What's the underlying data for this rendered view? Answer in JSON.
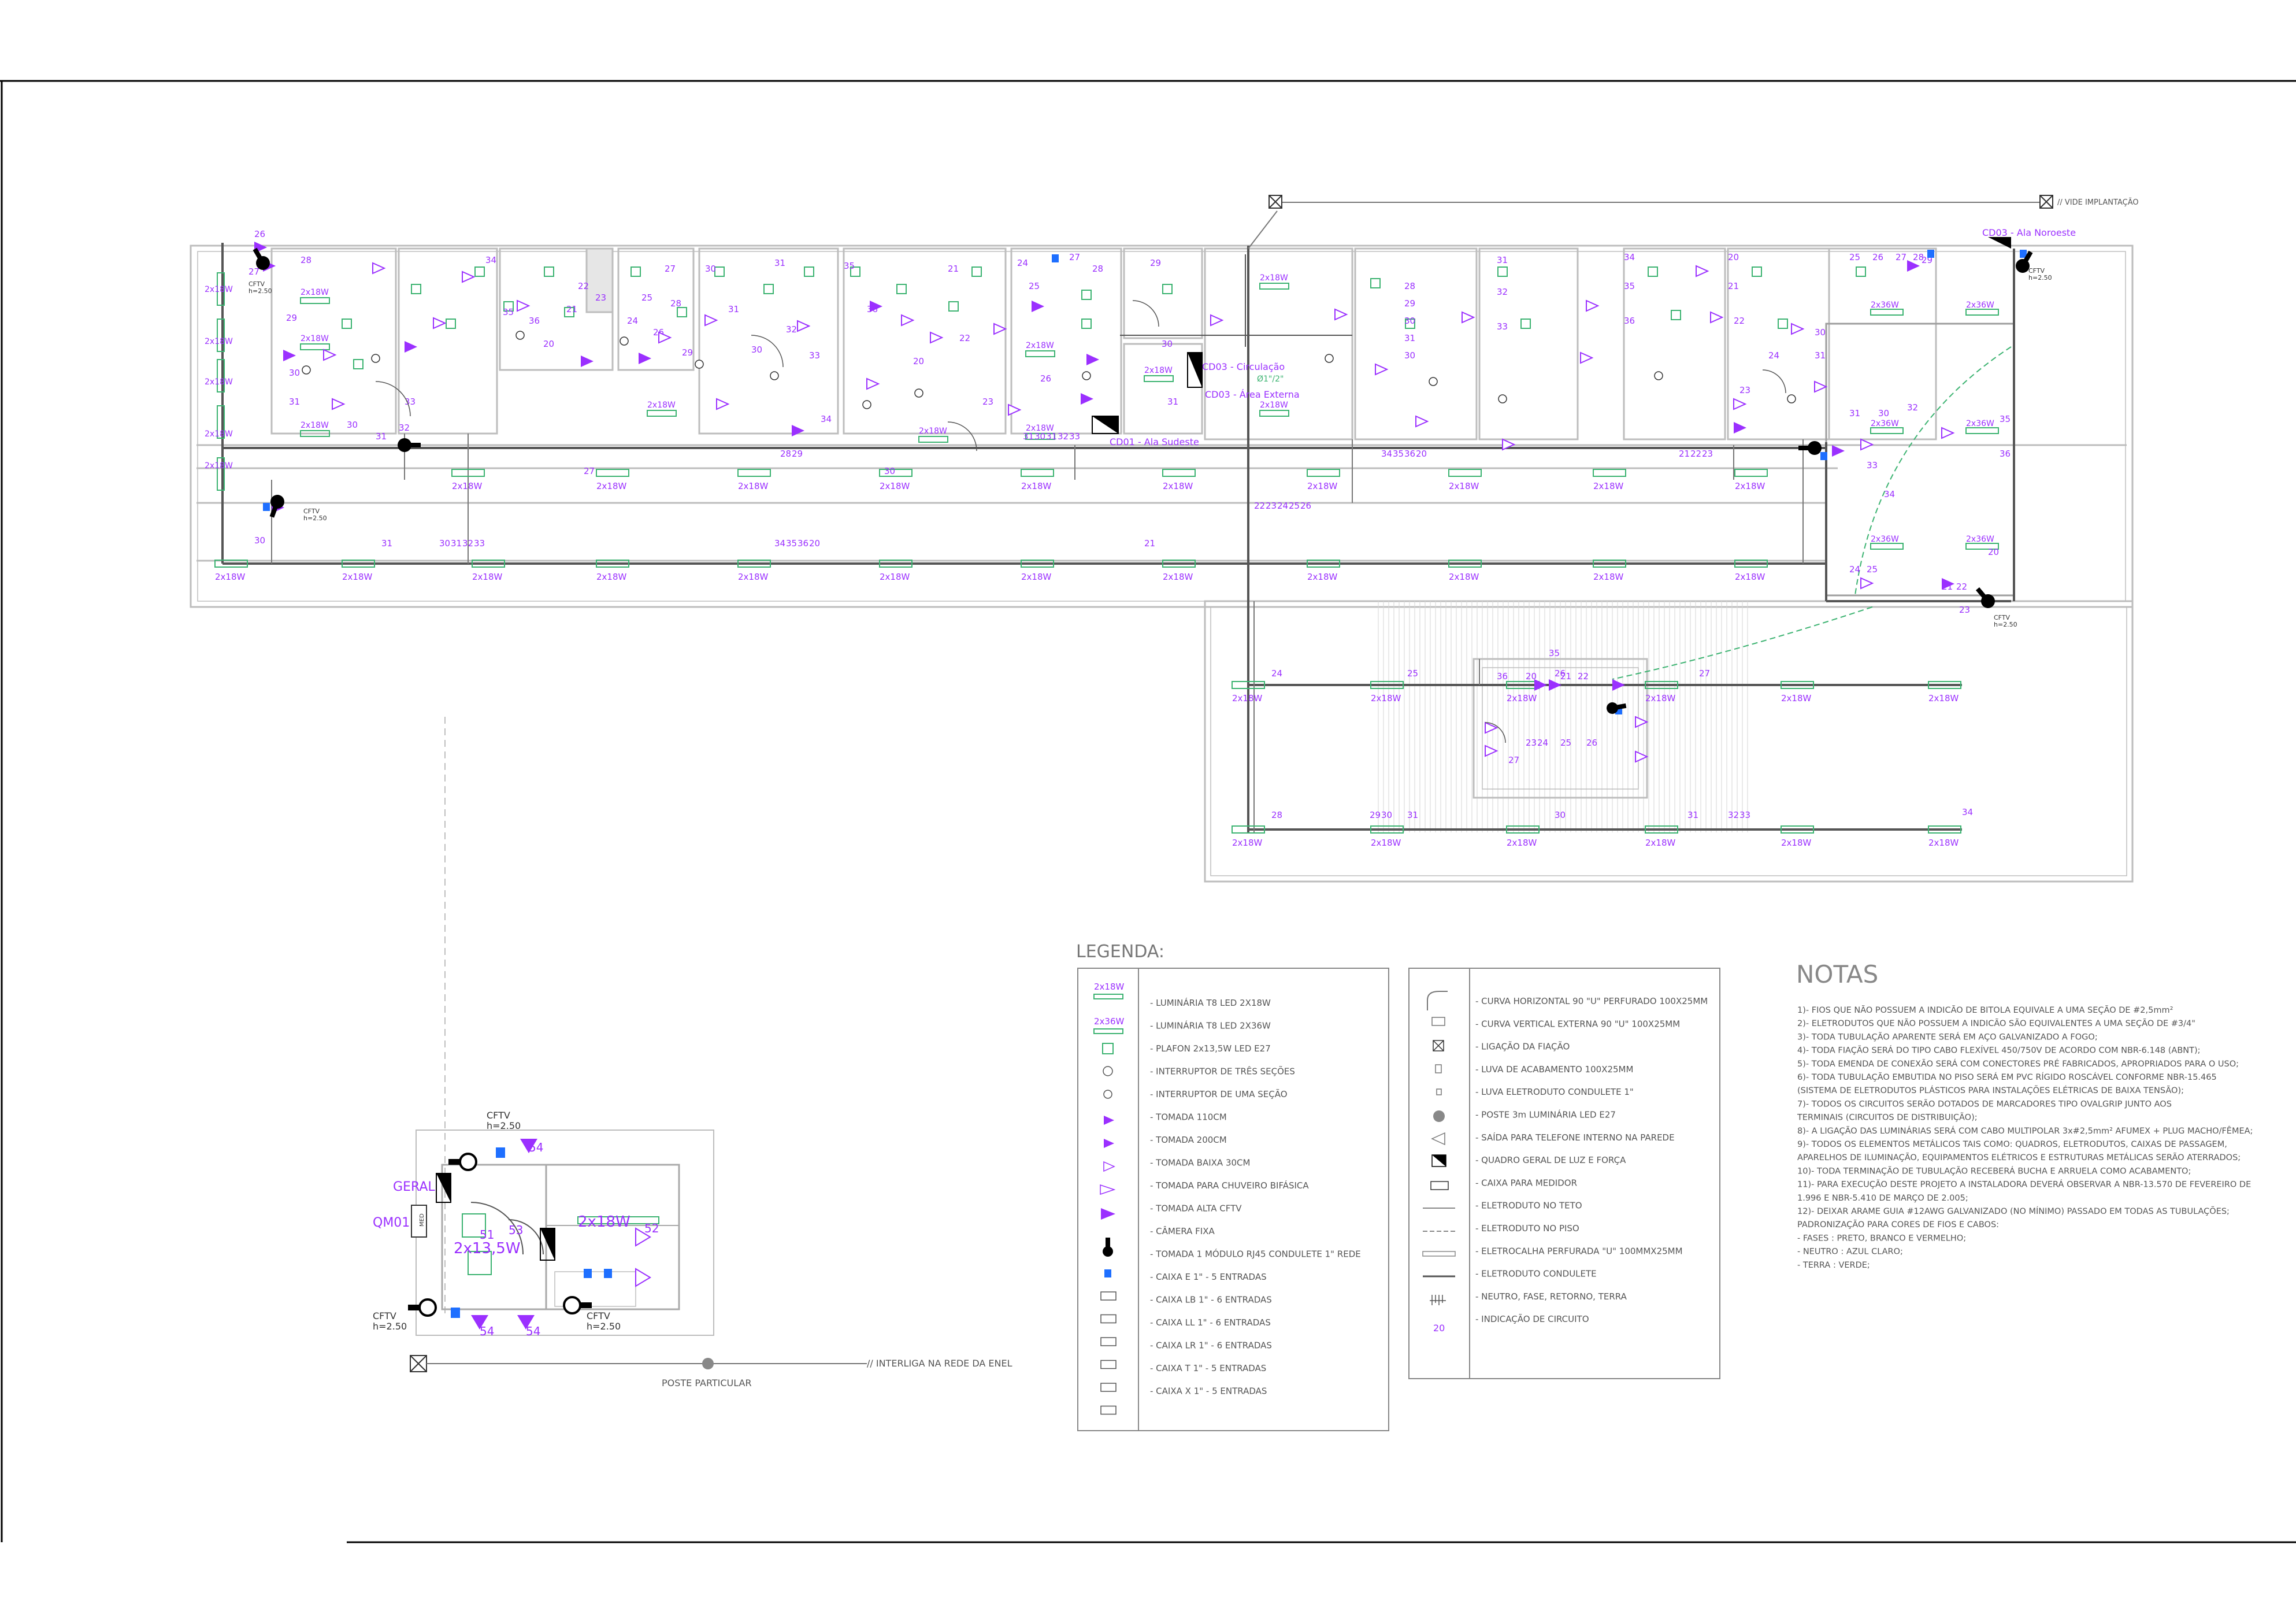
{
  "colors": {
    "wall": "#bdbdbd",
    "circuit": "#8a2be2",
    "label": "#9b30ff",
    "light": "#3cb371",
    "camera": "#000000",
    "rj45": "#1e6fff",
    "text": "#555555",
    "frame": "#000000"
  },
  "plan": {
    "top_note": "// VIDE IMPLANTAÇÃO",
    "zones": [
      {
        "label": "CD03 - Ala Noroeste"
      },
      {
        "label": "CD03 - Circulação"
      },
      {
        "label": "CD03 - Área Externa"
      },
      {
        "label": "CD01 - Ala Sudeste"
      }
    ],
    "quadro": "Ø1\"/2\"",
    "luminaire_2x18": "2x18W",
    "luminaire_2x36": "2x36W",
    "cftv_label": "CFTV",
    "cftv_h": "h=2.50",
    "circuits": [
      "30",
      "31",
      "30",
      "31",
      "32",
      "33",
      "34",
      "35",
      "36",
      "20",
      "21",
      "22",
      "23",
      "24",
      "25",
      "26",
      "27",
      "28",
      "29"
    ]
  },
  "detail": {
    "cftv_top": "CFTV",
    "cftv_top_h": "h=2.50",
    "cftv_left": "CFTV",
    "cftv_left_h": "h=2.50",
    "cftv_right": "CFTV",
    "cftv_right_h": "h=2.50",
    "geral": "GERAL",
    "qm": "QM01",
    "med": "MED",
    "lum1": "2x18W",
    "lum2": "2x13,5W",
    "c51": "51",
    "c52": "52",
    "c53": "53",
    "c54": "54",
    "poste": "POSTE PARTICULAR",
    "interliga": "// INTERLIGA NA REDE DA ENEL"
  },
  "legend": {
    "title": "LEGENDA:",
    "sym_2x18": "2x18W",
    "sym_2x36": "2x36W",
    "sym_20": "20",
    "left": [
      "- LUMINÁRIA T8 LED 2X18W",
      "- LUMINÁRIA T8 LED 2X36W",
      "- PLAFON 2x13,5W LED E27",
      "- INTERRUPTOR DE TRÊS SEÇÕES",
      "- INTERRUPTOR DE UMA SEÇÃO",
      "- TOMADA 110CM",
      "- TOMADA 200CM",
      "- TOMADA BAIXA 30CM",
      "- TOMADA PARA CHUVEIRO BIFÁSICA",
      "- TOMADA ALTA CFTV",
      "- CÂMERA FIXA",
      "- TOMADA 1 MÓDULO RJ45 CONDULETE 1\" REDE",
      "- CAIXA E 1\" - 5 ENTRADAS",
      "- CAIXA LB 1\" - 6 ENTRADAS",
      "- CAIXA LL 1\" - 6 ENTRADAS",
      "- CAIXA LR 1\" - 6 ENTRADAS",
      "- CAIXA T 1\" - 5 ENTRADAS",
      "- CAIXA X 1\" - 5 ENTRADAS"
    ],
    "right": [
      "- CURVA HORIZONTAL 90 \"U\" PERFURADO 100X25MM",
      "- CURVA VERTICAL EXTERNA 90 \"U\" 100X25MM",
      "- LIGAÇÃO DA FIAÇÃO",
      "- LUVA DE ACABAMENTO 100X25MM",
      "- LUVA ELETRODUTO CONDULETE 1\"",
      "- POSTE 3m LUMINÁRIA LED E27",
      "- SAÍDA PARA TELEFONE INTERNO NA PAREDE",
      "- QUADRO GERAL DE LUZ E FORÇA",
      "- CAIXA PARA MEDIDOR",
      "- ELETRODUTO NO TETO",
      "- ELETRODUTO NO PISO",
      "- ELETROCALHA PERFURADA \"U\" 100MMX25MM",
      "- ELETRODUTO CONDULETE",
      "- NEUTRO, FASE, RETORNO, TERRA",
      "- INDICAÇÃO DE CIRCUITO"
    ]
  },
  "notes": {
    "title": "NOTAS",
    "items": [
      "1)- FIOS QUE NÃO POSSUEM A INDICÃO DE BITOLA EQUIVALE A UMA SEÇÃO DE #2,5mm²",
      "2)- ELETRODUTOS QUE NÃO POSSUEM A INDICÃO SÃO EQUIVALENTES A UMA SEÇÃO DE #3/4\"",
      "3)- TODA TUBULAÇÃO APARENTE SERÁ EM AÇO GALVANIZADO A FOGO;",
      "4)- TODA FIAÇÃO SERÁ DO TIPO CABO FLEXÍVEL 450/750V DE ACORDO COM NBR-6.148 (ABNT);",
      "5)- TODA EMENDA DE CONEXÃO SERÁ COM CONECTORES PRÉ FABRICADOS, APROPRIADOS PARA O USO;",
      "6)- TODA TUBULAÇÃO EMBUTIDA NO PISO SERÁ EM PVC RÍGIDO ROSCÁVEL CONFORME NBR-15.465",
      "     (SISTEMA DE ELETRODUTOS PLÁSTICOS PARA INSTALAÇÕES ELÉTRICAS DE BAIXA TENSÃO);",
      "7)- TODOS OS CIRCUITOS SERÃO DOTADOS DE MARCADORES TIPO OVALGRIP JUNTO AOS",
      "     TERMINAIS (CIRCUITOS DE DISTRIBUIÇÃO);",
      "8)- A LIGAÇÃO DAS LUMINÁRIAS SERÁ COM CABO MULTIPOLAR 3x#2,5mm² AFUMEX + PLUG MACHO/FÊMEA;",
      "9)- TODOS OS ELEMENTOS METÁLICOS TAIS COMO: QUADROS, ELETRODUTOS, CAIXAS DE PASSAGEM,",
      "     APARELHOS DE ILUMINAÇÃO, EQUIPAMENTOS ELÉTRICOS E ESTRUTURAS METÁLICAS SERÃO ATERRADOS;",
      "10)- TODA TERMINAÇÃO DE TUBULAÇÃO RECEBERÁ BUCHA E ARRUELA COMO ACABAMENTO;",
      "11)- PARA EXECUÇÃO DESTE PROJETO A INSTALADORA DEVERÁ OBSERVAR A NBR-13.570 DE FEVEREIRO DE",
      "       1.996 E NBR-5.410 DE MARÇO DE 2.005;",
      "12)- DEIXAR ARAME GUIA #12AWG GALVANIZADO (NO MÍNIMO) PASSADO EM TODAS AS TUBULAÇÕES;",
      "       PADRONIZAÇÃO PARA CORES DE FIOS E CABOS:",
      "       - FASES :  PRETO, BRANCO E VERMELHO;",
      "       - NEUTRO :  AZUL CLARO;",
      "       - TERRA :  VERDE;"
    ]
  }
}
